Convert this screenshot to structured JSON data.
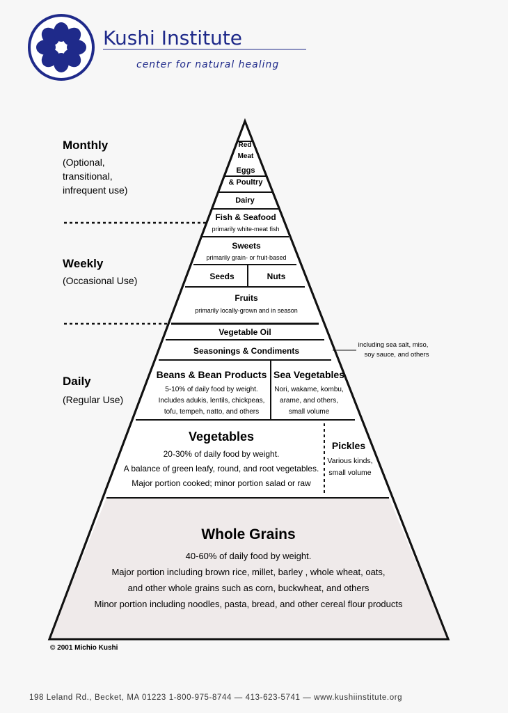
{
  "header": {
    "org_name": "Kushi Institute",
    "tagline": "center for natural healing",
    "logo_icon": "flower-seal-icon",
    "brand_color": "#1f2a8a"
  },
  "frequency_labels": {
    "monthly": {
      "title": "Monthly",
      "lines": [
        "(Optional,",
        "transitional,",
        "infrequent use)"
      ]
    },
    "weekly": {
      "title": "Weekly",
      "lines": [
        "(Occasional Use)"
      ]
    },
    "daily": {
      "title": "Daily",
      "lines": [
        "(Regular Use)"
      ]
    }
  },
  "pyramid": {
    "red_meat": [
      "Red",
      "Meat"
    ],
    "eggs_poultry": [
      "Eggs",
      "& Poultry"
    ],
    "dairy": "Dairy",
    "fish_seafood": {
      "title": "Fish & Seafood",
      "note": "primarily white-meat fish"
    },
    "sweets": {
      "title": "Sweets",
      "note": "primarily grain- or fruit-based"
    },
    "seeds": "Seeds",
    "nuts": "Nuts",
    "fruits": {
      "title": "Fruits",
      "note": "primarily locally-grown and in season"
    },
    "vegetable_oil": "Vegetable Oil",
    "seasonings": "Seasonings & Condiments",
    "seasonings_note": [
      "including sea salt, miso,",
      "soy sauce, and others"
    ],
    "beans": {
      "title": "Beans & Bean Products",
      "lines": [
        "5-10% of daily food by weight.",
        "Includes adukis, lentils, chickpeas,",
        "tofu, tempeh, natto, and others"
      ]
    },
    "sea_vegetables": {
      "title": "Sea Vegetables",
      "lines": [
        "Nori, wakame, kombu,",
        "arame, and others,",
        "small volume"
      ]
    },
    "vegetables": {
      "title": "Vegetables",
      "lines": [
        "20-30% of daily food by weight.",
        "A balance of green leafy, round, and root vegetables.",
        "Major portion cooked; minor portion salad or raw"
      ]
    },
    "pickles": {
      "title": "Pickles",
      "lines": [
        "Various kinds,",
        "small volume"
      ]
    },
    "whole_grains": {
      "title": "Whole Grains",
      "lines": [
        "40-60% of daily food by weight.",
        "Major portion including brown rice, millet, barley , whole wheat, oats,",
        "and other whole grains such as corn, buckwheat, and others",
        "Minor portion including noodles, pasta, bread, and other cereal flour products"
      ]
    }
  },
  "copyright": "© 2001 Michio Kushi",
  "footer": "198 Leland Rd., Becket, MA 01223 1-800-975-8744 — 413-623-5741 — www.kushiinstitute.org"
}
